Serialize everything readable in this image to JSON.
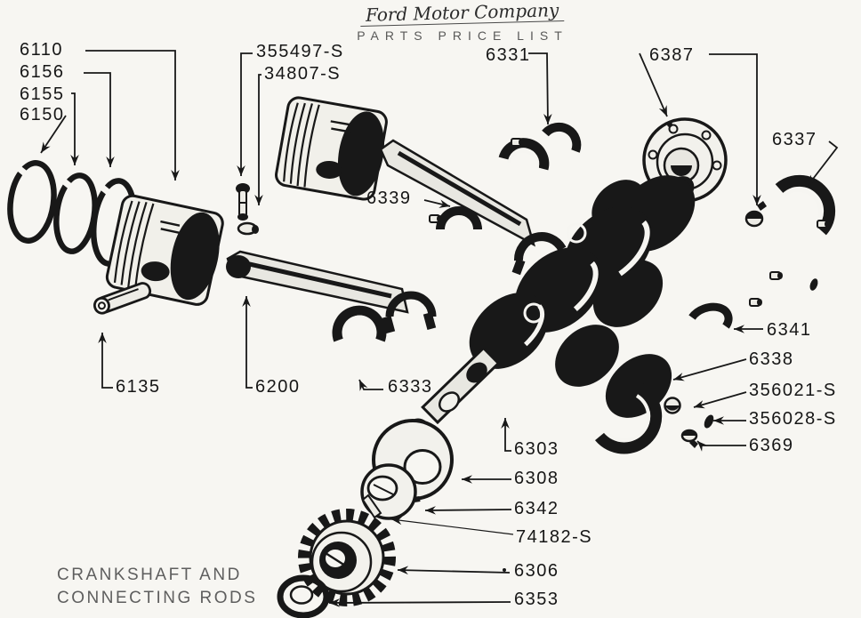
{
  "header": {
    "company_script": "Ford Motor Company",
    "subtitle": "PARTS PRICE LIST"
  },
  "caption": {
    "line1": "CRANKSHAFT AND",
    "line2": "CONNECTING RODS"
  },
  "colors": {
    "ink": "#181818",
    "paper": "#f7f6f2"
  },
  "parts": {
    "p6110": {
      "label": "6110"
    },
    "p6156": {
      "label": "6156"
    },
    "p6155": {
      "label": "6155"
    },
    "p6150": {
      "label": "6150"
    },
    "p355497s": {
      "label": "355497-S"
    },
    "p34807s": {
      "label": "34807-S"
    },
    "p6331": {
      "label": "6331"
    },
    "p6387": {
      "label": "6387"
    },
    "p6337": {
      "label": "6337"
    },
    "p6339": {
      "label": "6339"
    },
    "p6135": {
      "label": "6135"
    },
    "p6200": {
      "label": "6200"
    },
    "p6333": {
      "label": "6333"
    },
    "p6341": {
      "label": "6341"
    },
    "p6338": {
      "label": "6338"
    },
    "p356021s": {
      "label": "356021-S"
    },
    "p356028s": {
      "label": "356028-S"
    },
    "p6369": {
      "label": "6369"
    },
    "p6303": {
      "label": "6303"
    },
    "p6308": {
      "label": "6308"
    },
    "p6342": {
      "label": "6342"
    },
    "p74182s": {
      "label": "74182-S"
    },
    "p6306": {
      "label": "6306"
    },
    "p6353": {
      "label": "6353"
    }
  }
}
